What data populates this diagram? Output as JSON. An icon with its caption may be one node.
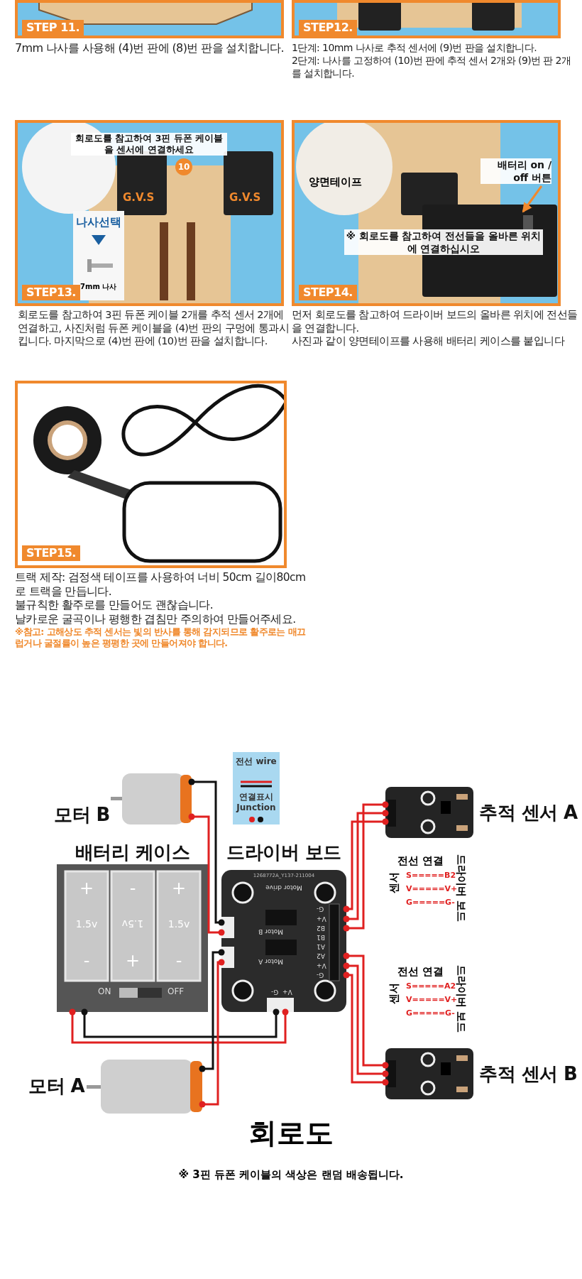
{
  "diagram": {
    "nodes": [
      {
        "text": [
          "STEP 11."
        ],
        "beside": [
          "7mm 나사를 사용해 (4)번 판에 (8)번 판을 설치합니다."
        ]
      },
      {
        "text": [
          "STEP12."
        ],
        "beside": [
          "1단계: 10mm 나사로 추적 센서에 (9)번 판을 설치합니다.",
          "2단계: 나사를 고정하여 (10)번 판에 추적 센서 2개와 (9)번 판 2개를 설치합니다."
        ]
      },
      {
        "text": [
          "회로도를 참고하여 3핀 듀폰 케이블을 센서에 연결하세요",
          "10",
          "G.V.S",
          "G.V.S",
          "나사선택",
          "7mm 나사",
          "STEP13."
        ],
        "beside": [
          "회로도를 참고하여 3핀 듀폰 케이블 2개를 추적 센서 2개에 연결하고, 사진처럼 듀폰 케이블을 (4)번 판의 구멍에 통과시킵니다. 마지막으로 (4)번 판에 (10)번 판을 설치합니다."
        ]
      },
      {
        "text": [
          "양면테이프",
          "※ 회로도를 참고하여 전선들을 올바른 위치에 연결하십시오",
          "STEP14."
        ],
        "beside": [
          "먼저 회로도를 참고하여 드라이버 보드의 올바른 위치에 전선들을 연결합니다.",
          "사진과 같이 양면테이프를 사용해 배터리 케이스를 붙입니다"
        ]
      },
      {
        "text": [
          "배터리 on / off 버튼"
        ],
        "in": 3
      },
      {
        "text": [
          "STEP15."
        ],
        "beside": [
          "트랙 제작: 검정색 테이프를 사용하여 너비 50cm 길이80cm로 트랙을 만듭니다.",
          "불규칙한 활주로를 만들어도 괜찮습니다.",
          "날카로운 굴곡이나 평행한 겹침만 주의하여 만들어주세요.",
          "※참고: 고해상도 추적 센서는 빛의 반사를 통해 감지되므로 활주로는 매끄럽거나 굴절률이 높은 평평한 곳에 만들어져야 합니다."
        ]
      },
      {
        "text": [
          "모터 B"
        ]
      },
      {
        "text": [
          "추적 센서 A"
        ]
      },
      {
        "text": [
          "배터리 케이스",
          "+",
          "-",
          "+",
          "1.5v",
          "1.5v",
          "1.5v",
          "-",
          "+",
          "-",
          "ON",
          "OFF"
        ]
      },
      {
        "text": [
          "드라이버 보드",
          "1268772A_Y137-211004",
          "Motor drive",
          "G-",
          "V+",
          "B2",
          "B1",
          "A1",
          "A2",
          "V+",
          "G-",
          "Motor B",
          "Motor A",
          "G-",
          "V+"
        ]
      },
      {
        "text": [
          "모터 A"
        ]
      },
      {
        "text": [
          "추적 센서 B"
        ]
      }
    ],
    "edges": [
      {
        "from": 6,
        "to": 9,
        "arrow": "other",
        "color": "#111111"
      },
      {
        "from": 6,
        "to": 9,
        "arrow": "other"
      },
      {
        "from": 8,
        "to": 9,
        "arrow": "other"
      },
      {
        "from": 8,
        "to": 9,
        "arrow": "other",
        "color": "#111111"
      },
      {
        "from": 10,
        "to": 9,
        "arrow": "other",
        "color": "#111111"
      },
      {
        "from": 10,
        "to": 9,
        "arrow": "other"
      },
      {
        "from": 9,
        "to": 7,
        "arrow": "other"
      },
      {
        "from": 9,
        "to": 7,
        "arrow": "other"
      },
      {
        "from": 9,
        "to": 7,
        "arrow": "other"
      },
      {
        "from": 9,
        "to": 11,
        "arrow": "other"
      },
      {
        "from": 9,
        "to": 11,
        "arrow": "other"
      },
      {
        "from": 9,
        "to": 11,
        "arrow": "other"
      },
      {
        "from": 4,
        "to": null,
        "arrow": "to",
        "color": "#f0892d"
      }
    ],
    "labels": [
      "전선 연결",
      "S=====B2",
      "V=====V+",
      "G=====G-",
      "센서",
      "드라이버 보드",
      "전선 연결",
      "S=====A2",
      "V=====V+",
      "G=====G-",
      "센서",
      "드라이버 보드",
      "회로도",
      "※ 3핀 듀폰 케이블의 색상은 랜덤 배송됩니다."
    ],
    "legend": [
      {
        "text": "전선 wire"
      },
      {
        "text": "연결표시 Junction"
      }
    ]
  }
}
